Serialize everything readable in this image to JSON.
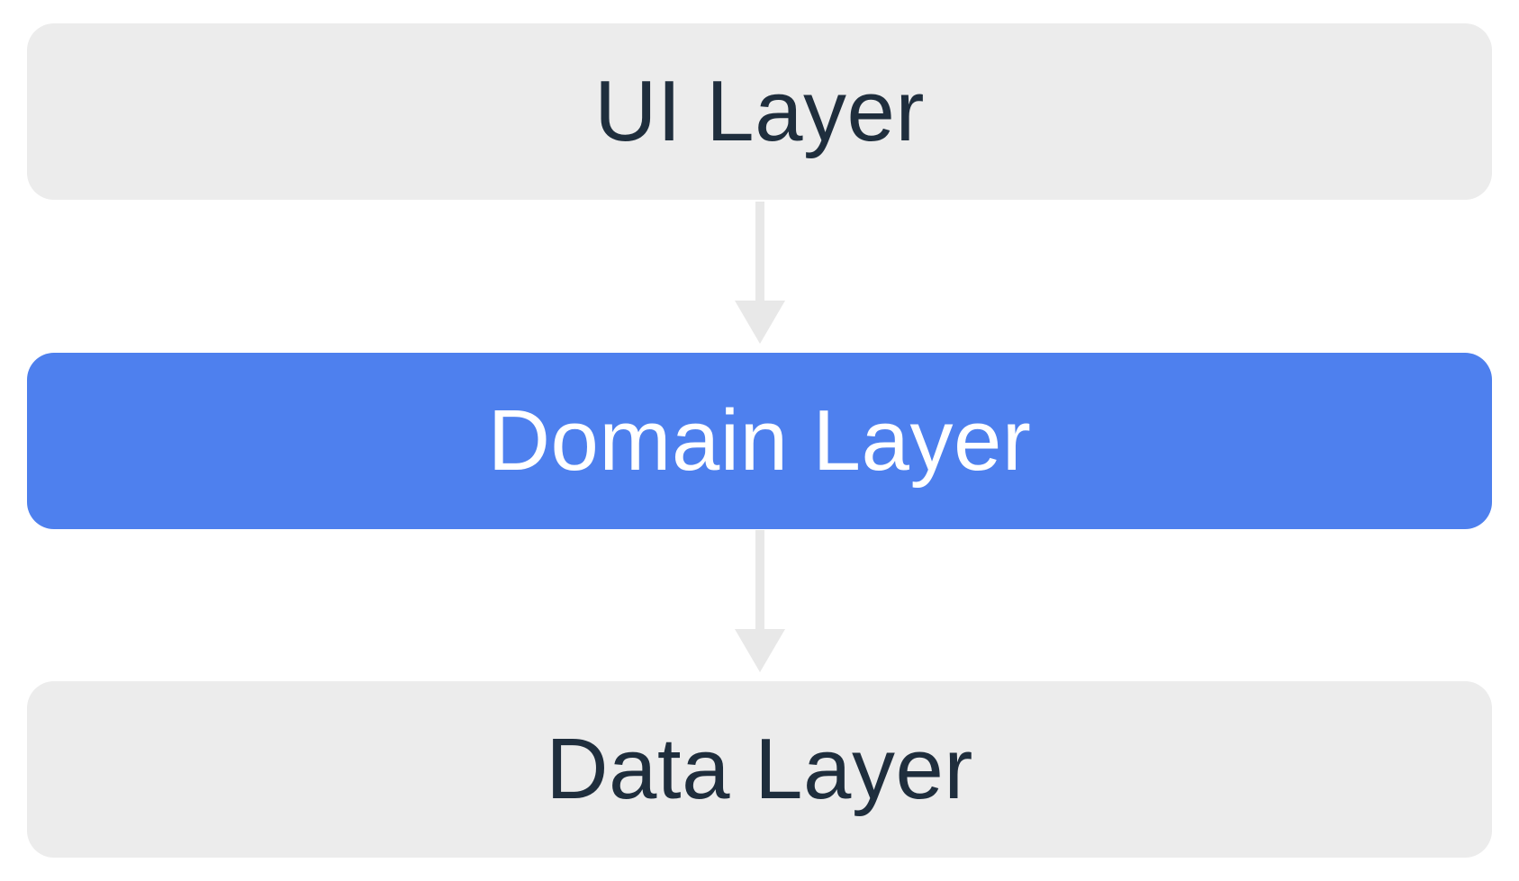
{
  "diagram": {
    "type": "layered-architecture",
    "layers": [
      {
        "label": "UI Layer",
        "variant": "gray"
      },
      {
        "label": "Domain Layer",
        "variant": "blue"
      },
      {
        "label": "Data Layer",
        "variant": "gray"
      }
    ],
    "arrows": [
      {
        "from": "UI Layer",
        "to": "Domain Layer",
        "direction": "down"
      },
      {
        "from": "Domain Layer",
        "to": "Data Layer",
        "direction": "down"
      }
    ],
    "colors": {
      "background": "#ffffff",
      "box_gray": "#ececec",
      "box_blue": "#4e80ee",
      "text_dark": "#1f2e3d",
      "text_light": "#ffffff",
      "arrow": "#e8e8e8"
    }
  }
}
